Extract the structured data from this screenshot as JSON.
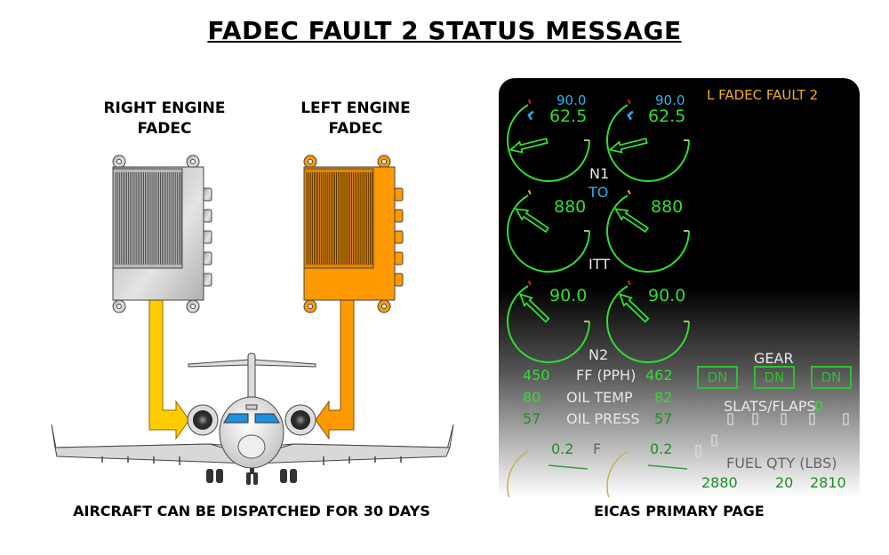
{
  "title": "FADEC FAULT 2 STATUS MESSAGE",
  "left_panel": {
    "right_engine_label": [
      "RIGHT ENGINE",
      "FADEC"
    ],
    "left_engine_label": [
      "LEFT ENGINE",
      "FADEC"
    ],
    "caption": "AIRCRAFT CAN BE DISPATCHED FOR 30 DAYS",
    "colors": {
      "right_fadec": "#c8c8c8",
      "left_fadec": "#ff9900",
      "right_arrow": "#ffcc00",
      "left_arrow": "#ff9900"
    }
  },
  "eicas": {
    "caption": "EICAS PRIMARY PAGE",
    "message": "L FADEC FAULT 2",
    "n1": {
      "label": "N1",
      "mode": "TO",
      "target_left": "90.0",
      "target_right": "90.0",
      "left": "62.5",
      "right": "62.5"
    },
    "itt": {
      "label": "ITT",
      "left": "880",
      "right": "880"
    },
    "n2": {
      "label": "N2",
      "left": "90.0",
      "right": "90.0"
    },
    "ff": {
      "label": "FF (PPH)",
      "left": "450",
      "right": "462"
    },
    "oil_temp": {
      "label": "OIL TEMP",
      "left": "80",
      "right": "82"
    },
    "oil_press": {
      "label": "OIL PRESS",
      "left": "57",
      "right": "57"
    },
    "fan_vib": {
      "label": "F",
      "left": "0.2",
      "right": "0.2"
    },
    "gear": {
      "label": "GEAR",
      "positions": [
        "DN",
        "DN",
        "DN"
      ]
    },
    "slats_flaps": {
      "label": "SLATS/FLAPS",
      "value": "0"
    },
    "fuel": {
      "label": "FUEL QTY (LBS)",
      "left": "2880",
      "center": "20",
      "right": "2810"
    },
    "colors": {
      "green": "#33dd33",
      "cyan": "#2ab4ea",
      "amber": "#f0b020",
      "white": "#e8e8e8"
    }
  }
}
